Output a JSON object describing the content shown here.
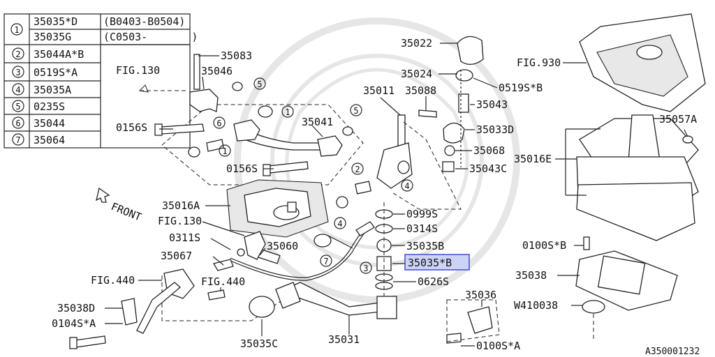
{
  "legend": {
    "rows": [
      {
        "num": "1",
        "parts": [
          "35035*D",
          "35035G"
        ],
        "ranges": [
          "(B0403-B0504)",
          "(C0503-       )"
        ]
      },
      {
        "num": "2",
        "parts": [
          "35044A*B"
        ]
      },
      {
        "num": "3",
        "parts": [
          "0519S*A"
        ]
      },
      {
        "num": "4",
        "parts": [
          "35035A"
        ]
      },
      {
        "num": "5",
        "parts": [
          "0235S"
        ]
      },
      {
        "num": "6",
        "parts": [
          "35044"
        ]
      },
      {
        "num": "7",
        "parts": [
          "35064"
        ]
      }
    ]
  },
  "labels": {
    "p35083": "35083",
    "fig130a": "FIG.130",
    "p35046": "35046",
    "p0156s_a": "0156S",
    "p35041": "35041",
    "p0156s_b": "0156S",
    "front": "FRONT",
    "p35016a": "35016A",
    "fig130b": "FIG.130",
    "p0311s": "0311S",
    "p35060": "35060",
    "p35067": "35067",
    "fig440a": "FIG.440",
    "fig440b": "FIG.440",
    "p35038d": "35038D",
    "p0104sa": "0104S*A",
    "p35035c": "35035C",
    "p35031": "35031",
    "p35022": "35022",
    "p35024": "35024",
    "p0519sb": "0519S*B",
    "p35011": "35011",
    "p35088": "35088",
    "p35043": "35043",
    "p35033d": "35033D",
    "p35068": "35068",
    "p35043c": "35043C",
    "p0999s": "0999S",
    "p0314s": "0314S",
    "p35035b": "35035B",
    "p35035b_star": "35035*B",
    "p0626s": "0626S",
    "p35036": "35036",
    "p0100sa": "0100S*A",
    "fig930": "FIG.930",
    "p35057a": "35057A",
    "p35016e": "35016E",
    "p0100sb": "0100S*B",
    "p35038": "35038",
    "w410038": "W410038",
    "ref": "A350001232"
  },
  "callouts": {
    "c1": "1",
    "c2": "2",
    "c3": "3",
    "c4": "4",
    "c5": "5",
    "c6": "6",
    "c7": "7"
  },
  "colors": {
    "highlight_fill": "#cdd3f5",
    "highlight_stroke": "#3a4fd0"
  }
}
